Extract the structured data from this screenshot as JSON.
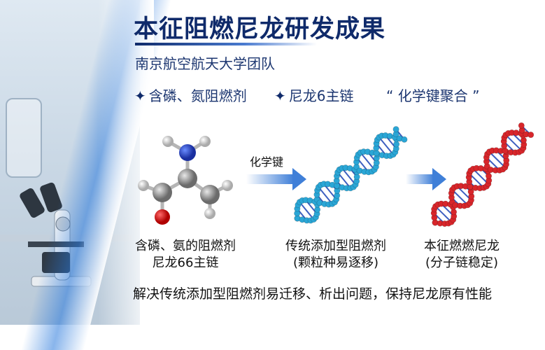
{
  "title": "本征阻燃尼龙研发成果",
  "subtitle": "南京航空航天大学团队",
  "bullets": [
    {
      "icon": "diamond-icon",
      "label": "含磷、氮阻燃剂"
    },
    {
      "icon": "diamond-icon",
      "label": "尼龙6主链"
    },
    {
      "label": "“ 化学键聚合 ”"
    }
  ],
  "arrow_label": "化学键",
  "captions": [
    {
      "line1": "含磷、氨的阻燃剂",
      "line2": "尼龙66主链"
    },
    {
      "line1": "传统添加型阻燃剂",
      "line2": "(颗粒种易逐移)"
    },
    {
      "line1": "本征燃燃尼龙",
      "line2": "(分子链稳定)"
    }
  ],
  "conclusion": "解决传统添加型阻燃剂易迁移、析出问题，保持尼龙原有性能",
  "colors": {
    "title": "#0f2a6a",
    "dna_traditional": "#2aa6d6",
    "dna_intrinsic": "#d8262b",
    "arrow": "#3f7fd8"
  }
}
